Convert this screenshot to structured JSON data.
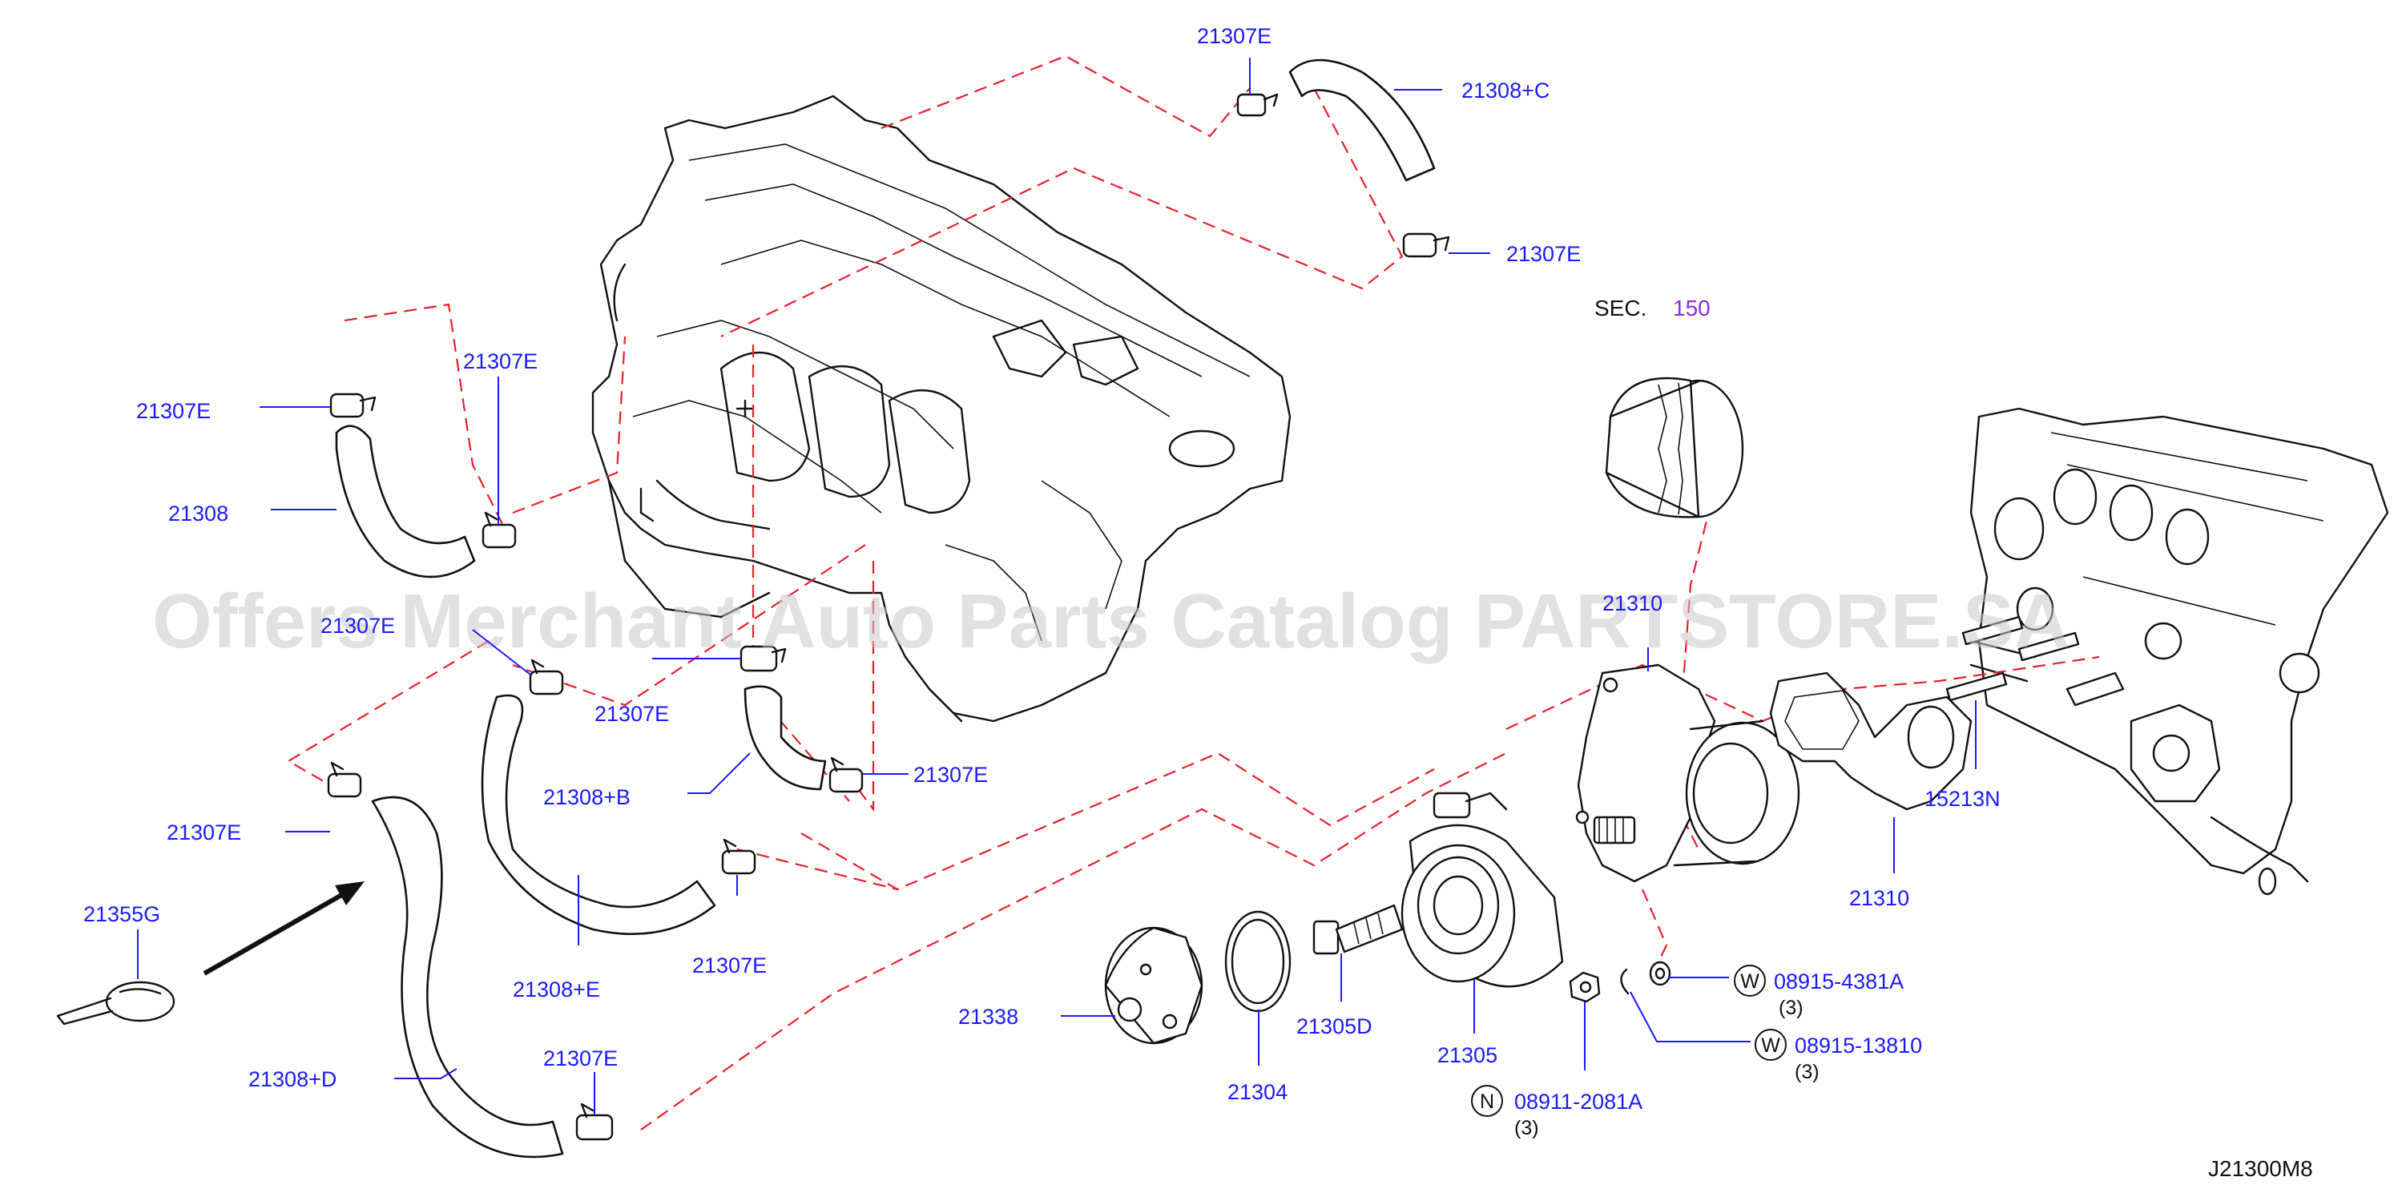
{
  "watermark": "Offers Merchant Auto Parts Catalog PARTSTORE.SA",
  "diagram_code": "J21300M8",
  "section_ref": {
    "prefix": "SEC.",
    "number": "150"
  },
  "colors": {
    "label": "#1a1aff",
    "dash": "#e8202a",
    "section_link": "#8a2be2",
    "ink": "#111111"
  },
  "labels": {
    "clamp_top": "21307E",
    "hose_c": "21308+C",
    "clamp_top_right": "21307E",
    "clamp_left_top": "21307E",
    "clamp_left_mid": "21307E",
    "hose_main": "21308",
    "clamp_left_lower": "21307E",
    "clamp_center": "21307E",
    "hose_b": "21308+B",
    "clamp_b_right": "21307E",
    "clamp_d_top": "21307E",
    "tie_clip": "21355G",
    "hose_e": "21308+E",
    "clamp_e": "21307E",
    "hose_d": "21308+D",
    "clamp_bottom": "21307E",
    "cover": "21338",
    "seal_ring": "21304",
    "connector_bolt": "21305D",
    "oil_cooler": "21305",
    "water_housing": "21310",
    "gasket": "21310",
    "stud": "15213N",
    "washer_w1": "08915-4381A",
    "washer_w2": "08915-13810",
    "nut_n": "08911-2081A",
    "qty_w1": "(3)",
    "qty_w2": "(3)",
    "qty_n": "(3)"
  },
  "badges": {
    "washer_1": "W",
    "washer_2": "W",
    "nut": "N"
  }
}
